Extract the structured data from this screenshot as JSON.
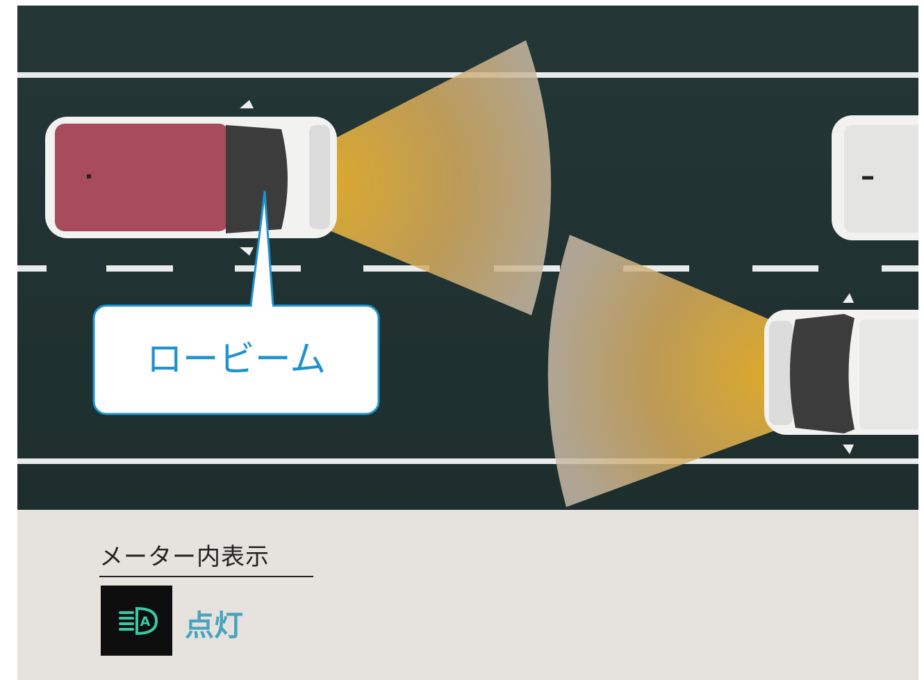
{
  "callout": {
    "label": "ロービーム"
  },
  "meter": {
    "heading": "メーター内表示",
    "status": "点灯",
    "icon": "auto-high-beam-icon"
  },
  "colors": {
    "road": "#203231",
    "callout_border": "#1e93cf",
    "callout_text": "#1e93cf",
    "status_text": "#4aa3bf",
    "beam": "#e4b23a",
    "panel_bg": "#e6e3df",
    "left_car_roof": "#a84b5d",
    "icon_green": "#38c9a3"
  }
}
